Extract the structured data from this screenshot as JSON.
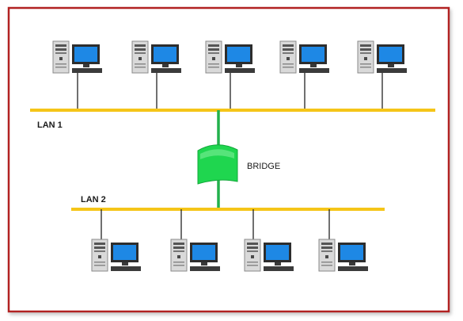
{
  "diagram": {
    "lan1": {
      "label": "LAN 1",
      "computers": 5
    },
    "lan2": {
      "label": "LAN 2",
      "computers": 4
    },
    "bridge": {
      "label": "BRIDGE"
    }
  },
  "colors": {
    "frame": "#b22222",
    "bus": "#f5c518",
    "bridge_fill": "#1fd64f",
    "bridge_link": "#22b14c",
    "wire": "#222222",
    "monitor_screen": "#1e88e5",
    "tower": "#d7d7d7"
  },
  "icons": {
    "computer": "desktop-computer-icon",
    "bridge": "bridge-device-icon"
  }
}
